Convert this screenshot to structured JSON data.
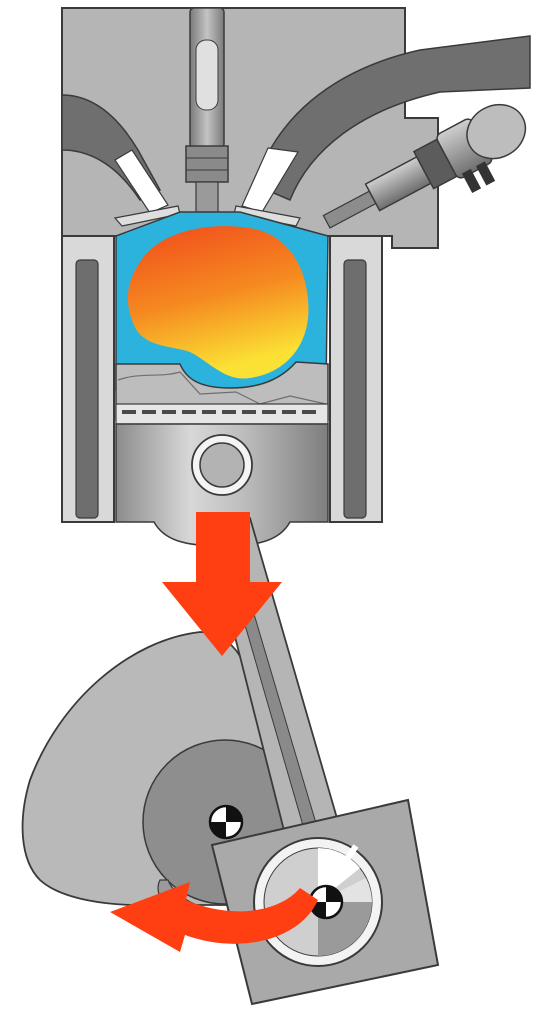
{
  "diagram": {
    "colors": {
      "background": "#ffffff",
      "metal_light": "#b7b7b7",
      "metal_mid": "#9e9e9e",
      "metal_dark": "#6e6e6e",
      "outline": "#3a3a3a",
      "coolant": "#2bb3dd",
      "flame_top": "#f04a1c",
      "flame_mid": "#f5881f",
      "flame_bottom": "#fbe134",
      "arrow": "#ff3e12",
      "marker_black": "#111111",
      "marker_white": "#ffffff"
    },
    "components": [
      "cylinder-head",
      "spark-plug",
      "intake-port",
      "exhaust-port",
      "fuel-injector",
      "combustion-chamber",
      "piston",
      "piston-pin",
      "connecting-rod",
      "crankshaft-counterweight",
      "crank-center-marker",
      "crankpin-marker",
      "downward-force-arrow",
      "rotation-arrow"
    ]
  }
}
